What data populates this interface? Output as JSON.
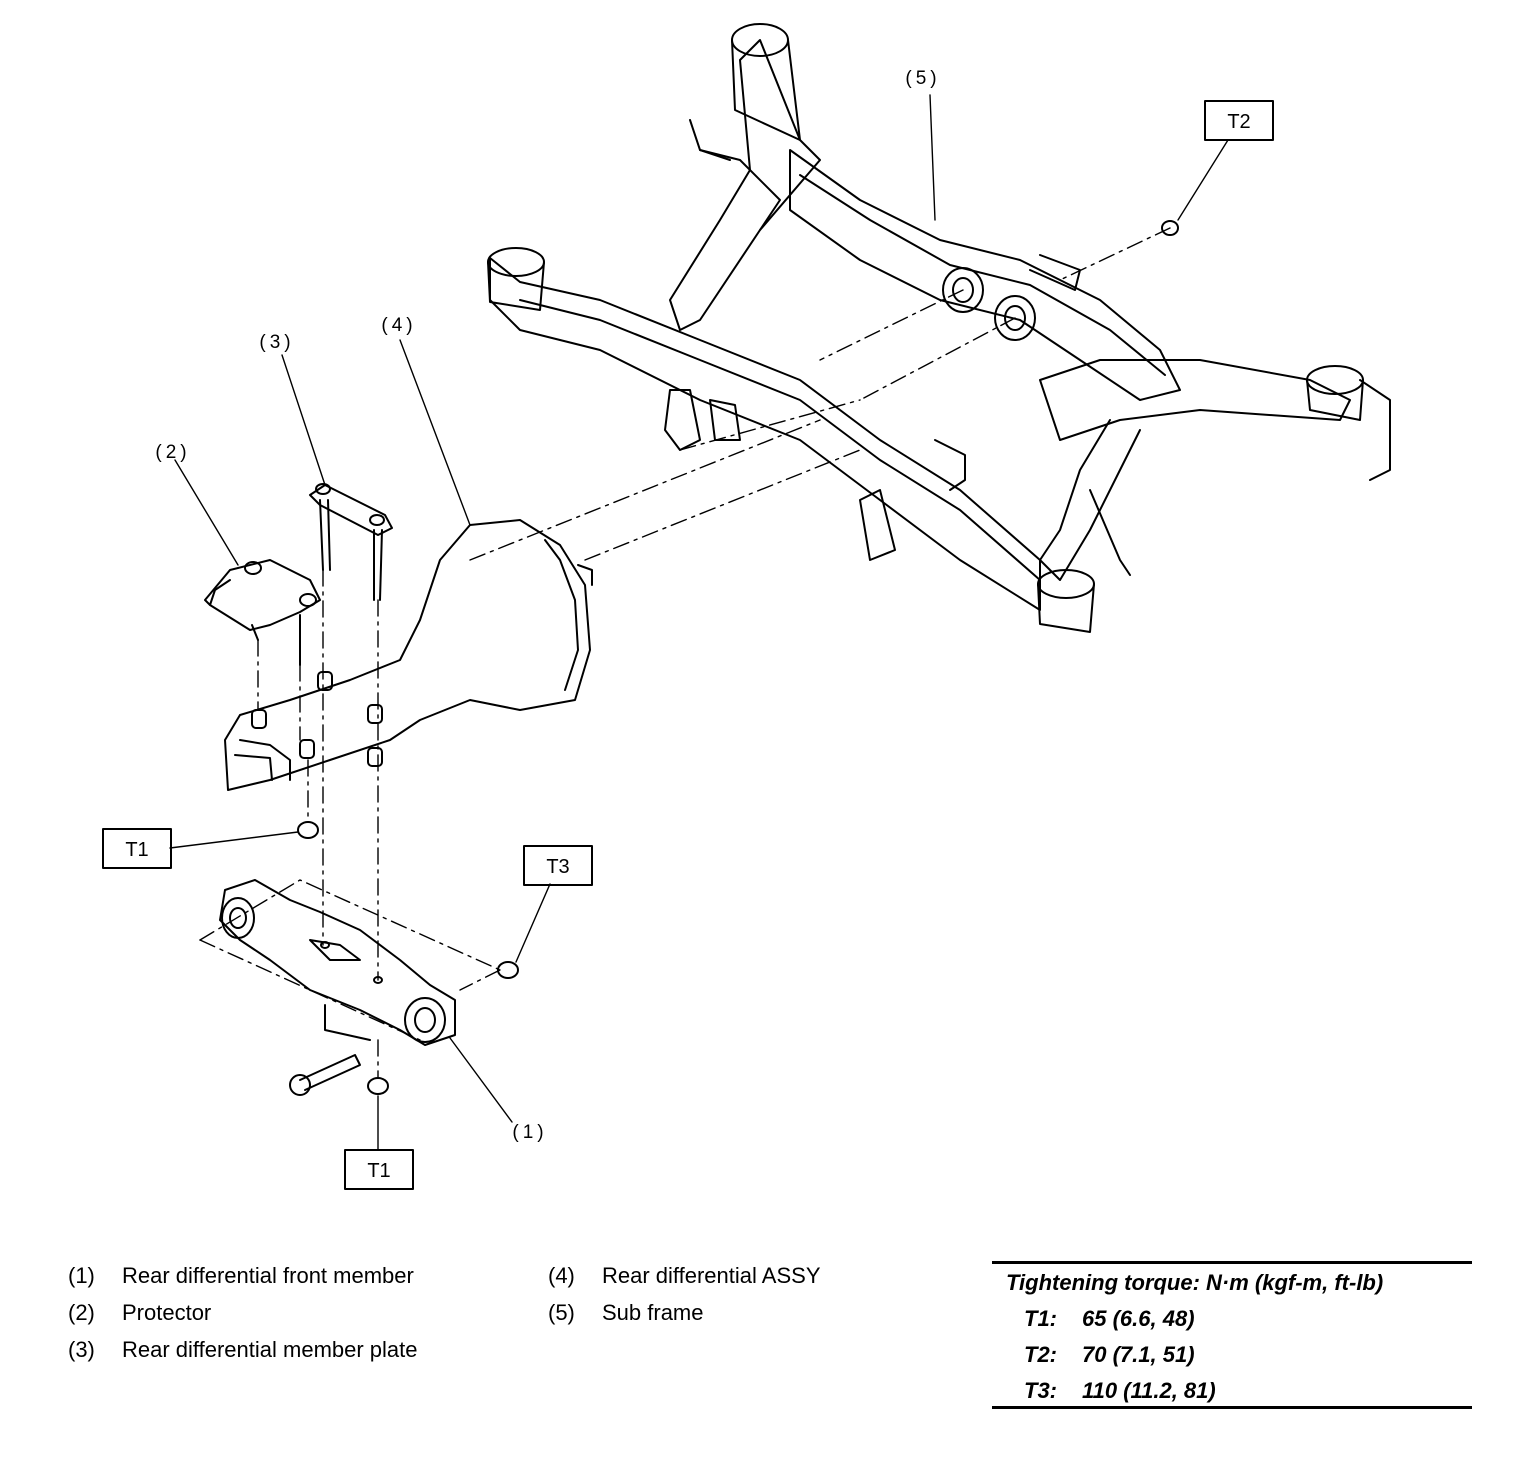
{
  "diagram": {
    "callouts": {
      "c1": "(1)",
      "c2": "(2)",
      "c3": "(3)",
      "c4": "(4)",
      "c5": "(5)"
    },
    "torque_boxes": {
      "t1_left": "T1",
      "t1_bottom": "T1",
      "t2": "T2",
      "t3": "T3"
    }
  },
  "legend": {
    "items": [
      {
        "num": "(1)",
        "text": "Rear differential front member"
      },
      {
        "num": "(2)",
        "text": "Protector"
      },
      {
        "num": "(3)",
        "text": "Rear differential member plate"
      },
      {
        "num": "(4)",
        "text": "Rear differential ASSY"
      },
      {
        "num": "(5)",
        "text": "Sub frame"
      }
    ]
  },
  "torque": {
    "title": "Tightening torque: N·m (kgf-m, ft-lb)",
    "rows": [
      {
        "key": "T1:",
        "value": "65 (6.6, 48)"
      },
      {
        "key": "T2:",
        "value": "70 (7.1, 51)"
      },
      {
        "key": "T3:",
        "value": "110 (11.2, 81)"
      }
    ]
  }
}
